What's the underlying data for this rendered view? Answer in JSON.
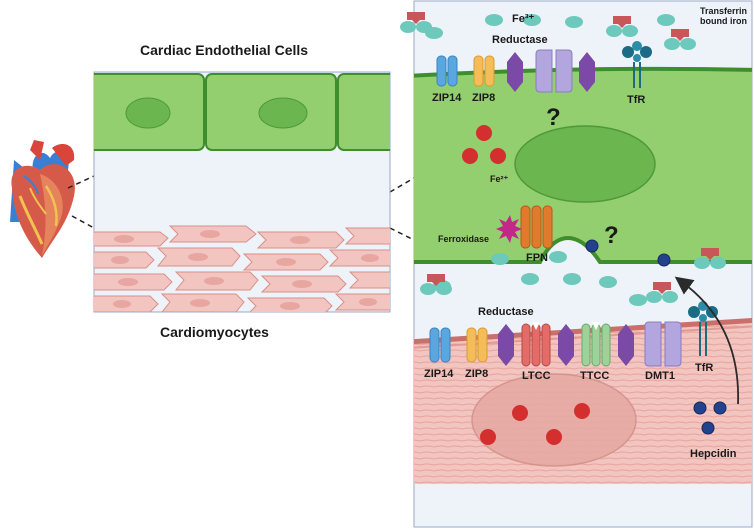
{
  "left_panel": {
    "top_title": "Cardiac Endothelial Cells",
    "bottom_title": "Cardiomyocytes"
  },
  "endothelial_panel": {
    "fe3_label": "Fe³⁺",
    "transferrin_label_line1": "Transferrin",
    "transferrin_label_line2": "bound iron",
    "reductase_label": "Reductase",
    "zip14_label": "ZIP14",
    "zip8_label": "ZIP8",
    "tfr_label": "TfR",
    "question_upper": "?",
    "fe2_label": "Fe²⁺",
    "ferroxidase_label": "Ferroxidase",
    "fpn_label": "FPN",
    "question_lower": "?"
  },
  "cardiomyocyte_panel": {
    "reductase_label": "Reductase",
    "zip14_label": "ZIP14",
    "zip8_label": "ZIP8",
    "ltcc_label": "LTCC",
    "ttcc_label": "TTCC",
    "dmt1_label": "DMT1",
    "tfr_label": "TfR",
    "hepcidin_label": "Hepcidin"
  },
  "colors": {
    "endothelial_green": "#93cf6f",
    "endothelial_border": "#3e8e2e",
    "nucleus_green": "#6cb64f",
    "myocyte_pink": "#f3c5c0",
    "transferrin_teal": "#6cc9bb",
    "transferrin_red": "#c8575a",
    "fe2_red": "#d32f2f",
    "hepcidin_blue": "#23428e",
    "background_blue": "#eef3fa",
    "zip14_blue": "#5aa7e0",
    "zip8_yellow": "#f4bd5a",
    "reductase_purple": "#7a4aa6",
    "dmt1_lavender": "#b3a6de",
    "ltcc_red": "#e46c68",
    "ttcc_green": "#9dd29a",
    "fpn_orange": "#e07a2c",
    "ferroxidase_magenta": "#c2288a",
    "tfr_teal": "#1b6b84"
  }
}
